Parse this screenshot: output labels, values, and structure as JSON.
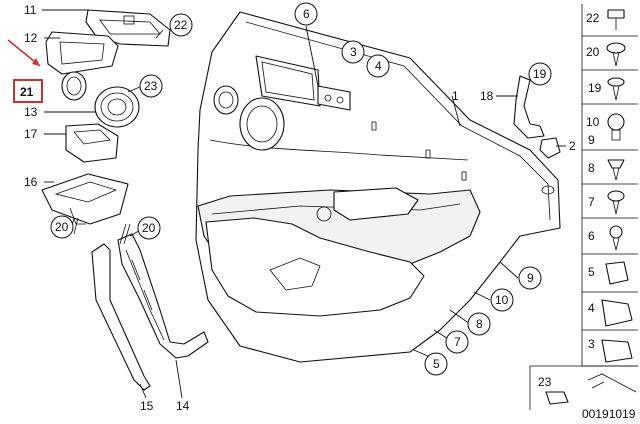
{
  "labels": {
    "n1": "1",
    "n2": "2",
    "n3": "3",
    "n4": "4",
    "n5": "5",
    "n6": "6",
    "n7": "7",
    "n8": "8",
    "n9": "9",
    "n10": "10",
    "n11": "11",
    "n12": "12",
    "n13": "13",
    "n14": "14",
    "n15": "15",
    "n16": "16",
    "n17": "17",
    "n18": "18",
    "n19": "19",
    "n20a": "20",
    "n20b": "20",
    "n21": "21",
    "n22": "22",
    "n23": "23"
  },
  "side_panel": {
    "items": [
      "22",
      "20",
      "19",
      "10",
      "9",
      "8",
      "7",
      "6",
      "5",
      "4",
      "3"
    ],
    "bottom_label": "23"
  },
  "catalog_number": "00191019",
  "colors": {
    "highlight": "#d0312d",
    "line": "#111111"
  }
}
